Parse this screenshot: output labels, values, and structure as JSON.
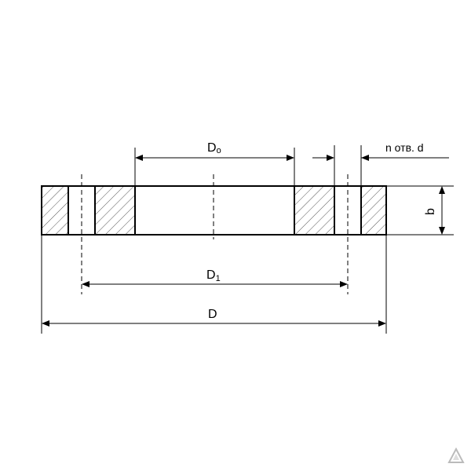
{
  "labels": {
    "d0_main": "D",
    "d0_sub": "o",
    "d1_main": "D",
    "d1_sub": "1",
    "d_outer": "D",
    "b": "b",
    "holes": "n отв. d"
  },
  "icons": {
    "watermark": "triangle-logo-icon"
  }
}
